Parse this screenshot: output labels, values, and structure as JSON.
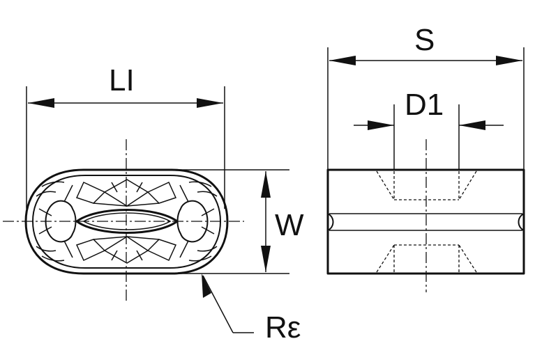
{
  "labels": {
    "length": "LI",
    "width": "W",
    "corner_radius": "Rε",
    "thickness": "S",
    "hole_diameter": "D1"
  },
  "colors": {
    "line": "#111111",
    "background": "#ffffff"
  }
}
